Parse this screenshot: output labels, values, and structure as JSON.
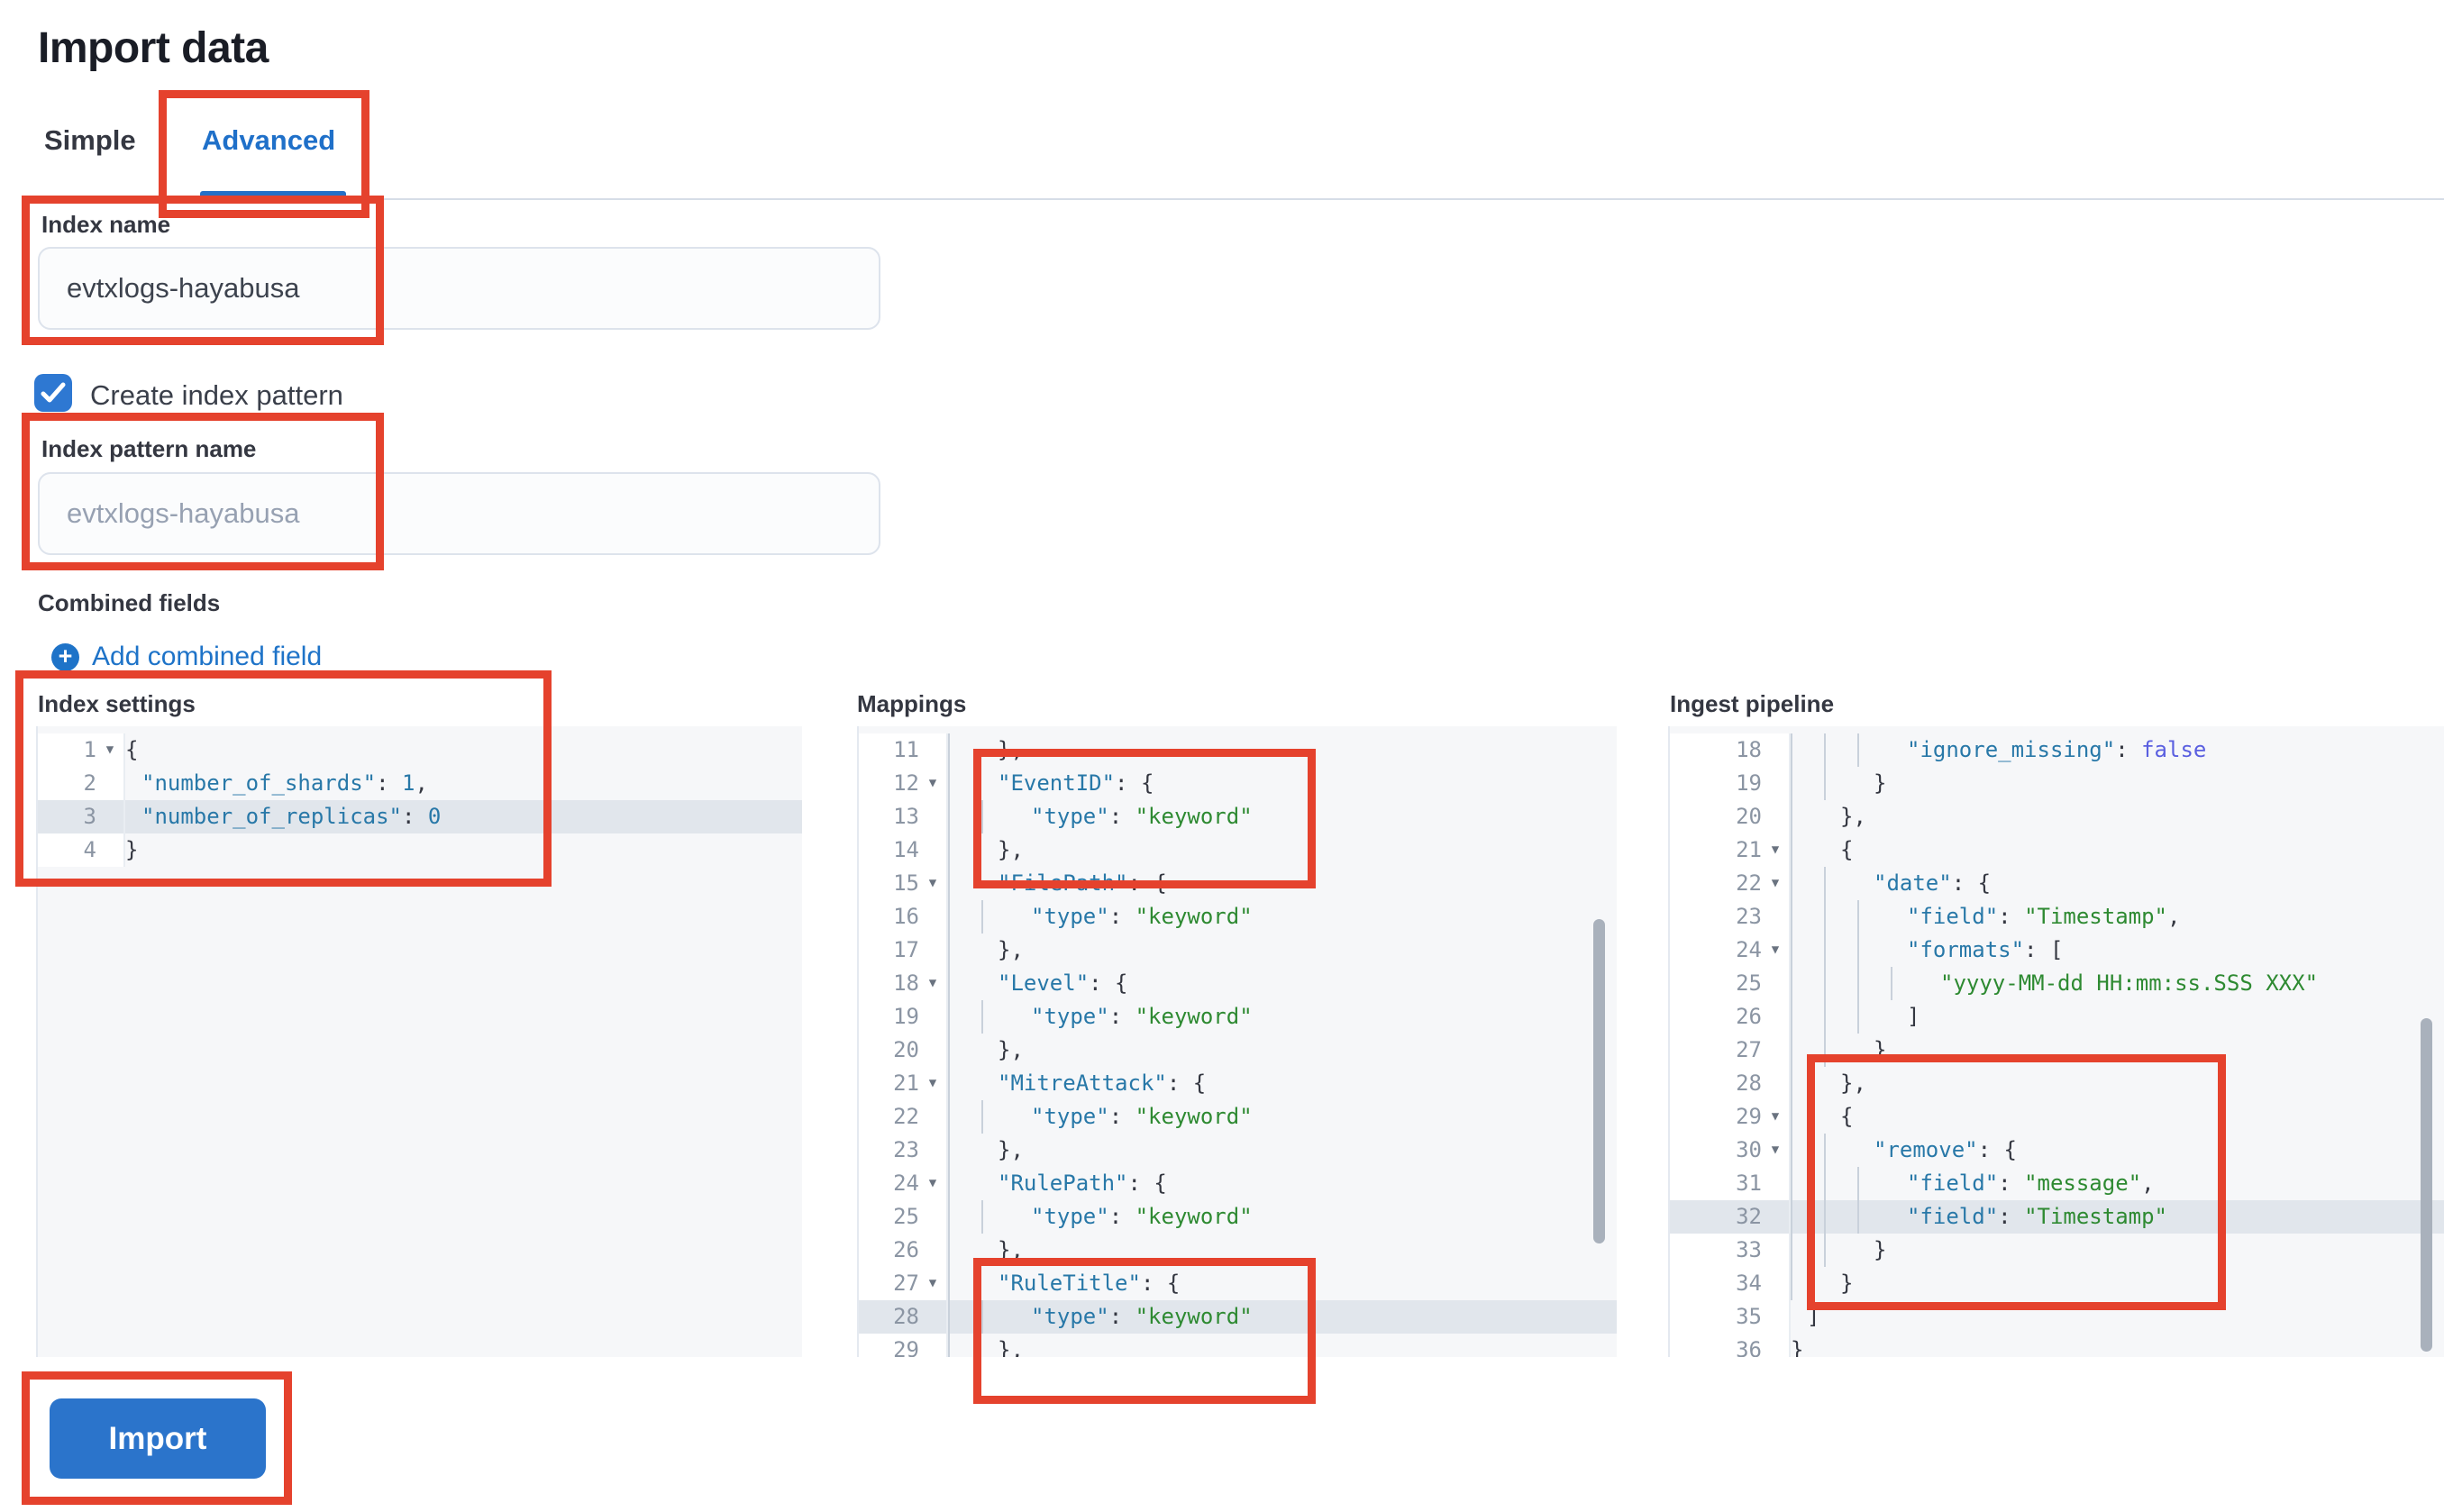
{
  "page": {
    "title": "Import data"
  },
  "tabs": {
    "simple": "Simple",
    "advanced": "Advanced"
  },
  "form": {
    "index_name": {
      "label": "Index name",
      "value": "evtxlogs-hayabusa"
    },
    "create_index_pattern": {
      "label": "Create index pattern",
      "checked": true
    },
    "index_pattern_name": {
      "label": "Index pattern name",
      "placeholder": "evtxlogs-hayabusa"
    },
    "combined_fields": {
      "label": "Combined fields",
      "add_link": "Add combined field"
    }
  },
  "import_button": {
    "label": "Import"
  },
  "colors": {
    "accent_blue": "#1f70c9",
    "button_blue": "#2b74cb",
    "checkbox_blue": "#2e78d2",
    "annotation_red": "#e5422d",
    "code_key": "#2878a8",
    "code_string": "#2e8a32",
    "code_boolean": "#5a5fe0",
    "highlight_row": "#e1e6ec"
  },
  "editors": [
    {
      "id": "index-settings",
      "label": "Index settings",
      "highlight_line": 3,
      "lines": [
        {
          "n": 1,
          "fold": 1,
          "ind": 0,
          "t": [
            [
              "p",
              "{"
            ]
          ]
        },
        {
          "n": 2,
          "ind": 1,
          "t": [
            [
              "k",
              "\"number_of_shards\""
            ],
            [
              "p",
              ": "
            ],
            [
              "n",
              "1"
            ],
            [
              "p",
              ","
            ]
          ]
        },
        {
          "n": 3,
          "ind": 1,
          "t": [
            [
              "k",
              "\"number_of_replicas\""
            ],
            [
              "p",
              ": "
            ],
            [
              "n",
              "0"
            ]
          ]
        },
        {
          "n": 4,
          "ind": 0,
          "t": [
            [
              "p",
              "}"
            ]
          ]
        }
      ]
    },
    {
      "id": "mappings",
      "label": "Mappings",
      "highlight_line": 28,
      "lines": [
        {
          "n": 11,
          "ind": 2,
          "t": [
            [
              "p",
              "},"
            ]
          ]
        },
        {
          "n": 12,
          "fold": 1,
          "ind": 2,
          "t": [
            [
              "k",
              "\"EventID\""
            ],
            [
              "p",
              ": {"
            ]
          ]
        },
        {
          "n": 13,
          "ind": 3,
          "t": [
            [
              "k",
              "\"type\""
            ],
            [
              "p",
              ": "
            ],
            [
              "s",
              "\"keyword\""
            ]
          ]
        },
        {
          "n": 14,
          "ind": 2,
          "t": [
            [
              "p",
              "},"
            ]
          ]
        },
        {
          "n": 15,
          "fold": 1,
          "ind": 2,
          "t": [
            [
              "k",
              "\"FilePath\""
            ],
            [
              "p",
              ": {"
            ]
          ]
        },
        {
          "n": 16,
          "ind": 3,
          "t": [
            [
              "k",
              "\"type\""
            ],
            [
              "p",
              ": "
            ],
            [
              "s",
              "\"keyword\""
            ]
          ]
        },
        {
          "n": 17,
          "ind": 2,
          "t": [
            [
              "p",
              "},"
            ]
          ]
        },
        {
          "n": 18,
          "fold": 1,
          "ind": 2,
          "t": [
            [
              "k",
              "\"Level\""
            ],
            [
              "p",
              ": {"
            ]
          ]
        },
        {
          "n": 19,
          "ind": 3,
          "t": [
            [
              "k",
              "\"type\""
            ],
            [
              "p",
              ": "
            ],
            [
              "s",
              "\"keyword\""
            ]
          ]
        },
        {
          "n": 20,
          "ind": 2,
          "t": [
            [
              "p",
              "},"
            ]
          ]
        },
        {
          "n": 21,
          "fold": 1,
          "ind": 2,
          "t": [
            [
              "k",
              "\"MitreAttack\""
            ],
            [
              "p",
              ": {"
            ]
          ]
        },
        {
          "n": 22,
          "ind": 3,
          "t": [
            [
              "k",
              "\"type\""
            ],
            [
              "p",
              ": "
            ],
            [
              "s",
              "\"keyword\""
            ]
          ]
        },
        {
          "n": 23,
          "ind": 2,
          "t": [
            [
              "p",
              "},"
            ]
          ]
        },
        {
          "n": 24,
          "fold": 1,
          "ind": 2,
          "t": [
            [
              "k",
              "\"RulePath\""
            ],
            [
              "p",
              ": {"
            ]
          ]
        },
        {
          "n": 25,
          "ind": 3,
          "t": [
            [
              "k",
              "\"type\""
            ],
            [
              "p",
              ": "
            ],
            [
              "s",
              "\"keyword\""
            ]
          ]
        },
        {
          "n": 26,
          "ind": 2,
          "t": [
            [
              "p",
              "},"
            ]
          ]
        },
        {
          "n": 27,
          "fold": 1,
          "ind": 2,
          "t": [
            [
              "k",
              "\"RuleTitle\""
            ],
            [
              "p",
              ": {"
            ]
          ]
        },
        {
          "n": 28,
          "ind": 3,
          "t": [
            [
              "k",
              "\"type\""
            ],
            [
              "p",
              ": "
            ],
            [
              "s",
              "\"keyword\""
            ]
          ]
        },
        {
          "n": 29,
          "ind": 2,
          "t": [
            [
              "p",
              "},"
            ]
          ]
        }
      ]
    },
    {
      "id": "ingest-pipeline",
      "label": "Ingest pipeline",
      "highlight_line": 32,
      "lines": [
        {
          "n": 18,
          "ind": 4,
          "t": [
            [
              "k",
              "\"ignore_missing\""
            ],
            [
              "p",
              ": "
            ],
            [
              "b",
              "false"
            ]
          ]
        },
        {
          "n": 19,
          "ind": 3,
          "t": [
            [
              "p",
              "}"
            ]
          ]
        },
        {
          "n": 20,
          "ind": 2,
          "t": [
            [
              "p",
              "},"
            ]
          ]
        },
        {
          "n": 21,
          "fold": 1,
          "ind": 2,
          "t": [
            [
              "p",
              "{"
            ]
          ]
        },
        {
          "n": 22,
          "fold": 1,
          "ind": 3,
          "t": [
            [
              "k",
              "\"date\""
            ],
            [
              "p",
              ": {"
            ]
          ]
        },
        {
          "n": 23,
          "ind": 4,
          "t": [
            [
              "k",
              "\"field\""
            ],
            [
              "p",
              ": "
            ],
            [
              "s",
              "\"Timestamp\""
            ],
            [
              "p",
              ","
            ]
          ]
        },
        {
          "n": 24,
          "fold": 1,
          "ind": 4,
          "t": [
            [
              "k",
              "\"formats\""
            ],
            [
              "p",
              ": ["
            ]
          ]
        },
        {
          "n": 25,
          "ind": 5,
          "t": [
            [
              "s",
              "\"yyyy-MM-dd HH:mm:ss.SSS XXX\""
            ]
          ]
        },
        {
          "n": 26,
          "ind": 4,
          "t": [
            [
              "p",
              "]"
            ]
          ]
        },
        {
          "n": 27,
          "ind": 3,
          "t": [
            [
              "p",
              "}"
            ]
          ]
        },
        {
          "n": 28,
          "ind": 2,
          "t": [
            [
              "p",
              "},"
            ]
          ]
        },
        {
          "n": 29,
          "fold": 1,
          "ind": 2,
          "t": [
            [
              "p",
              "{"
            ]
          ]
        },
        {
          "n": 30,
          "fold": 1,
          "ind": 3,
          "t": [
            [
              "k",
              "\"remove\""
            ],
            [
              "p",
              ": {"
            ]
          ]
        },
        {
          "n": 31,
          "ind": 4,
          "t": [
            [
              "k",
              "\"field\""
            ],
            [
              "p",
              ": "
            ],
            [
              "s",
              "\"message\""
            ],
            [
              "p",
              ","
            ]
          ]
        },
        {
          "n": 32,
          "ind": 4,
          "t": [
            [
              "k",
              "\"field\""
            ],
            [
              "p",
              ": "
            ],
            [
              "s",
              "\"Timestamp\""
            ]
          ]
        },
        {
          "n": 33,
          "ind": 3,
          "t": [
            [
              "p",
              "}"
            ]
          ]
        },
        {
          "n": 34,
          "ind": 2,
          "t": [
            [
              "p",
              "}"
            ]
          ]
        },
        {
          "n": 35,
          "ind": 1,
          "t": [
            [
              "p",
              "]"
            ]
          ]
        },
        {
          "n": 36,
          "ind": 0,
          "t": [
            [
              "p",
              "}"
            ]
          ]
        }
      ]
    }
  ],
  "annotations": {
    "count": 8,
    "targets": [
      "advanced-tab",
      "index-name",
      "index-pattern-name",
      "index-settings",
      "mapping-eventid",
      "mapping-ruletitle",
      "pipeline-remove",
      "import-button"
    ]
  }
}
